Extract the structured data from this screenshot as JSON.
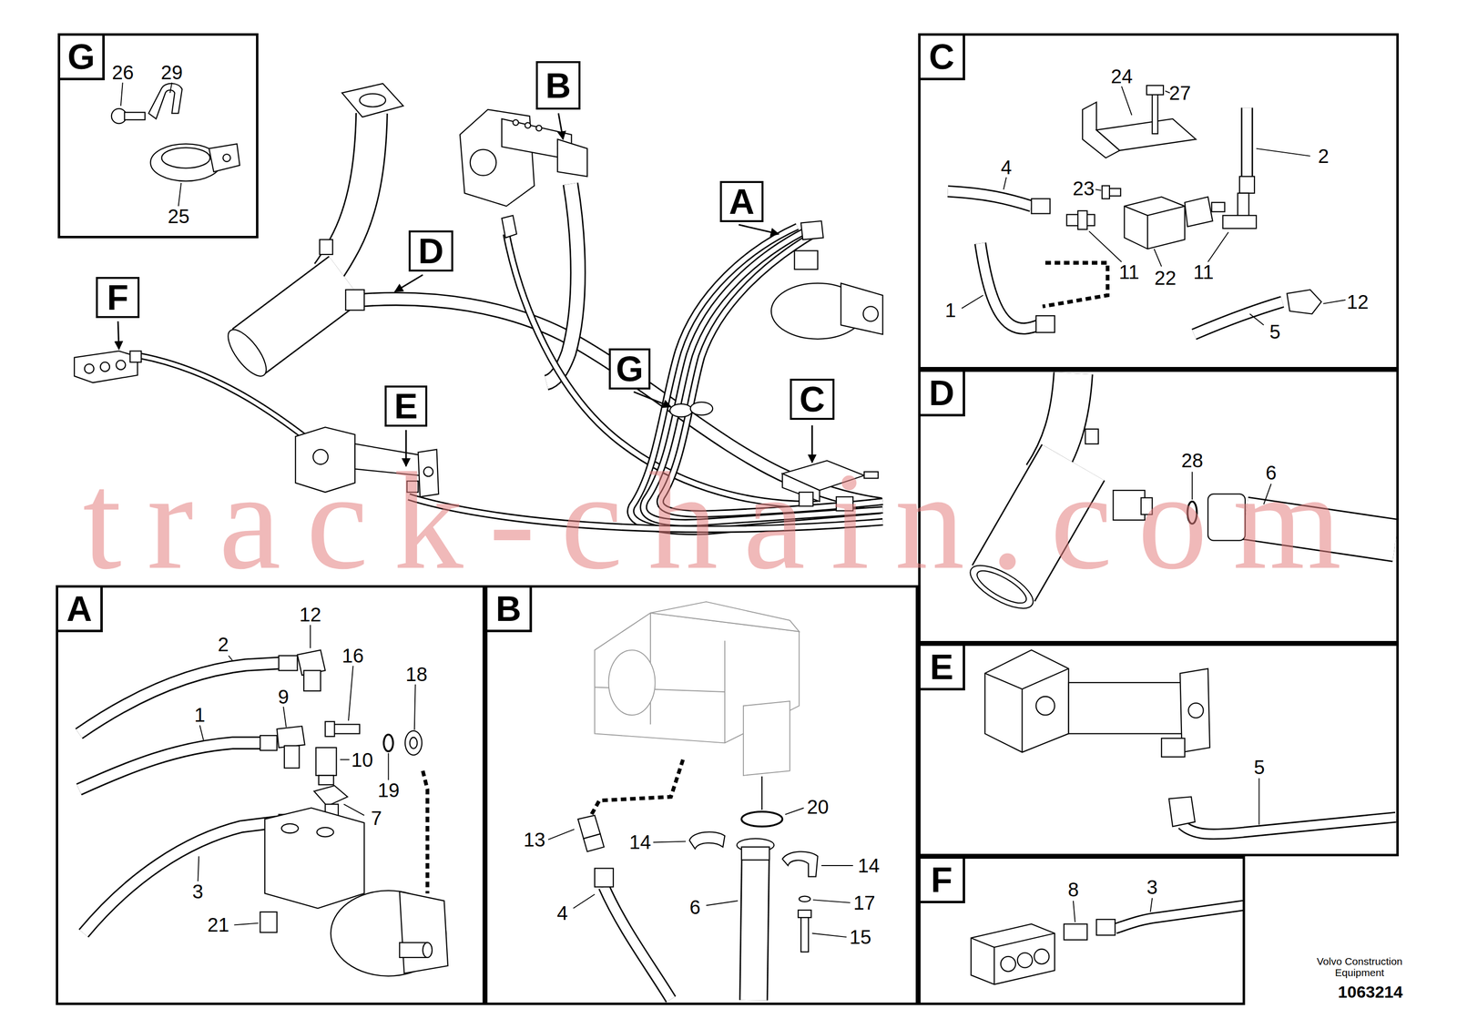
{
  "diagram": {
    "nodes": [
      {
        "text": [
          "G"
        ]
      },
      {
        "text": [
          "B"
        ]
      },
      {
        "text": [
          "A"
        ]
      },
      {
        "text": [
          "D"
        ]
      },
      {
        "text": [
          "F"
        ]
      },
      {
        "text": [
          "G"
        ]
      },
      {
        "text": [
          "E"
        ]
      },
      {
        "text": [
          "C"
        ]
      },
      {
        "text": [
          "C"
        ]
      },
      {
        "text": [
          "D"
        ]
      },
      {
        "text": [
          "A"
        ]
      },
      {
        "text": [
          "B"
        ]
      },
      {
        "text": [
          "E"
        ]
      },
      {
        "text": [
          "F"
        ]
      }
    ],
    "labels": [
      "26",
      "29",
      "25",
      "24",
      "27",
      "2",
      "4",
      "23",
      "11",
      "22",
      "11",
      "12",
      "1",
      "5",
      "28",
      "6",
      "5",
      "8",
      "3",
      "12",
      "2",
      "16",
      "9",
      "18",
      "1",
      "10",
      "19",
      "7",
      "3",
      "21",
      "20",
      "13",
      "14",
      "14",
      "17",
      "4",
      "6",
      "15",
      "track-chain.com",
      "Volvo Construction Equipment",
      "1063214"
    ]
  }
}
